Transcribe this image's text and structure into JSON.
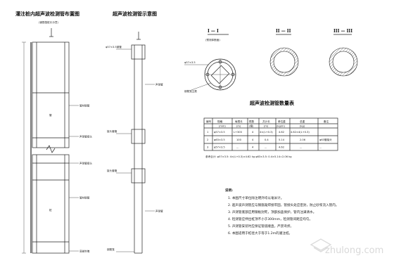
{
  "titles": {
    "layout": "灌注桩内超声波检测管布置图",
    "detail": "超声波检测管示意图",
    "table": "超声波检测管数量表"
  },
  "sections": {
    "s1": "I — I",
    "s1_sub": "(预测体断面)",
    "s2": "II — II",
    "s3": "III — III"
  },
  "layout_labels": {
    "top_sub": "(钢筋笼桩长示意)",
    "label_a": "管材钢管",
    "label_b": "声测管接头",
    "label_c": "底部封堵"
  },
  "detail_labels": {
    "d1": "φ57×3.5钢管",
    "d2": "接头套管",
    "d3": "声测管",
    "d4": "钢筋笼"
  },
  "section_labels": {
    "pipe": "φ57×3.5",
    "rebar": "钢筋笼主筋"
  },
  "table": {
    "headers": [
      "编号",
      "规格",
      "每根长",
      "根数",
      "共计长",
      "单位重",
      "总重",
      "备注"
    ],
    "units": [
      "",
      "(mm)",
      "(m)",
      "(根)",
      "(m)",
      "(kg/m)",
      "(kg)",
      ""
    ],
    "rows": [
      [
        "1",
        "φ57×3.5",
        "L+300",
        "4",
        "4×(L+0.3)",
        "4.62",
        "4.62×4(L+0.3)",
        ""
      ],
      [
        "2",
        "φ63×3.5",
        "100",
        "4",
        "0.4",
        "5.14",
        "2.06",
        "φ63管接头"
      ],
      [
        "3",
        "φ57×3.5",
        "...",
        "4",
        "...",
        "4.62",
        "...",
        "..."
      ]
    ],
    "footer": "参考合计:  φ57×3.5: 4×(L+0.3)×4.62 kg    φ63×3.5: 0.4×5.14=2.06 kg"
  },
  "notes": {
    "heading": "说明:",
    "items": [
      "1. 本图尺寸单位除注明外均以毫米计。",
      "2. 超声波声测管应与钢筋笼焊接牢固，管接头处应密封，防止砂浆流入管内。",
      "3. 声测管底部应用钢板封死，顶部加盖保护，管内注满清水。",
      "4. 检测管应伸出桩顶不小于300mm，检测管间距应均匀。",
      "5. 声测管安装时应保证管道顺直，严禁弯折。",
      "6. 本图适用于桩径大于等于1.2m的灌注桩。"
    ]
  },
  "watermark": {
    "text": "zhulong.com"
  }
}
